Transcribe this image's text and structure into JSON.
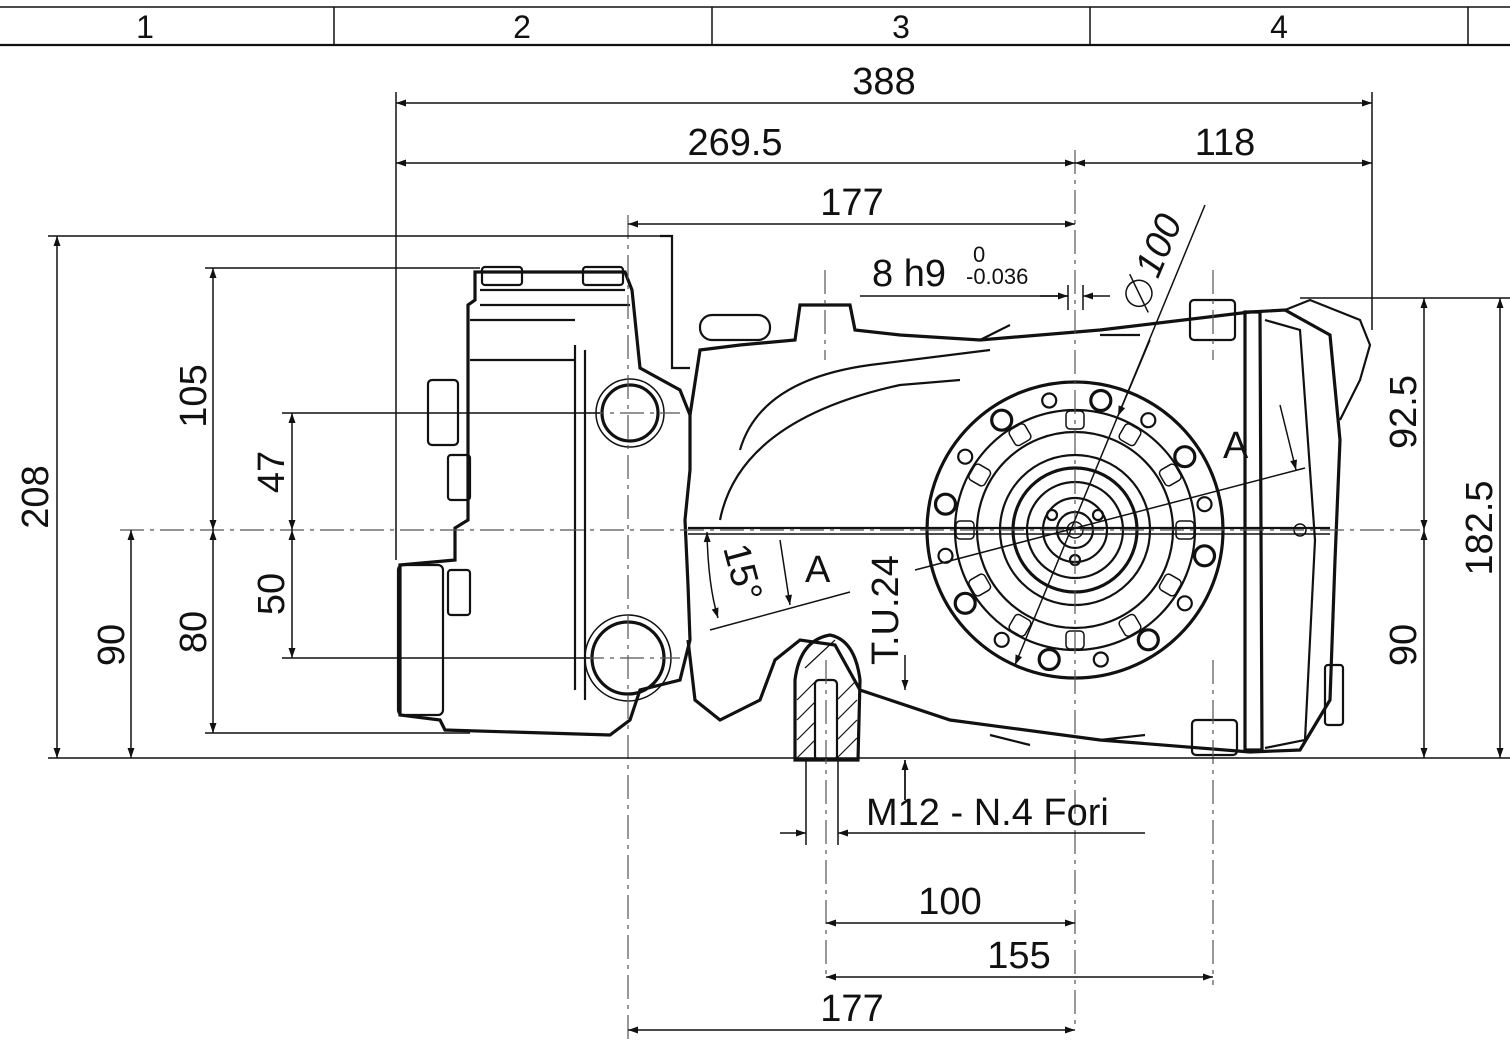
{
  "zones": [
    "1",
    "2",
    "3",
    "4"
  ],
  "dimensions": {
    "overall_length": "388",
    "left_to_shaft": "269.5",
    "shaft_to_right": "118",
    "top_177": "177",
    "shaft_tol_main": "8 h9",
    "shaft_tol_upper": "0",
    "shaft_tol_lower": "-0.036",
    "flange_diameter": "100",
    "height_total": "208",
    "height_105": "105",
    "height_47": "47",
    "height_50": "50",
    "height_90_left": "90",
    "height_80": "80",
    "right_92_5": "92.5",
    "right_182_5": "182.5",
    "right_90": "90",
    "angle": "15°",
    "section_label": "A",
    "tu_label": "T.U.24",
    "holes_note": "M12 - N.4 Fori",
    "bottom_100": "100",
    "bottom_155": "155",
    "bottom_177": "177"
  }
}
